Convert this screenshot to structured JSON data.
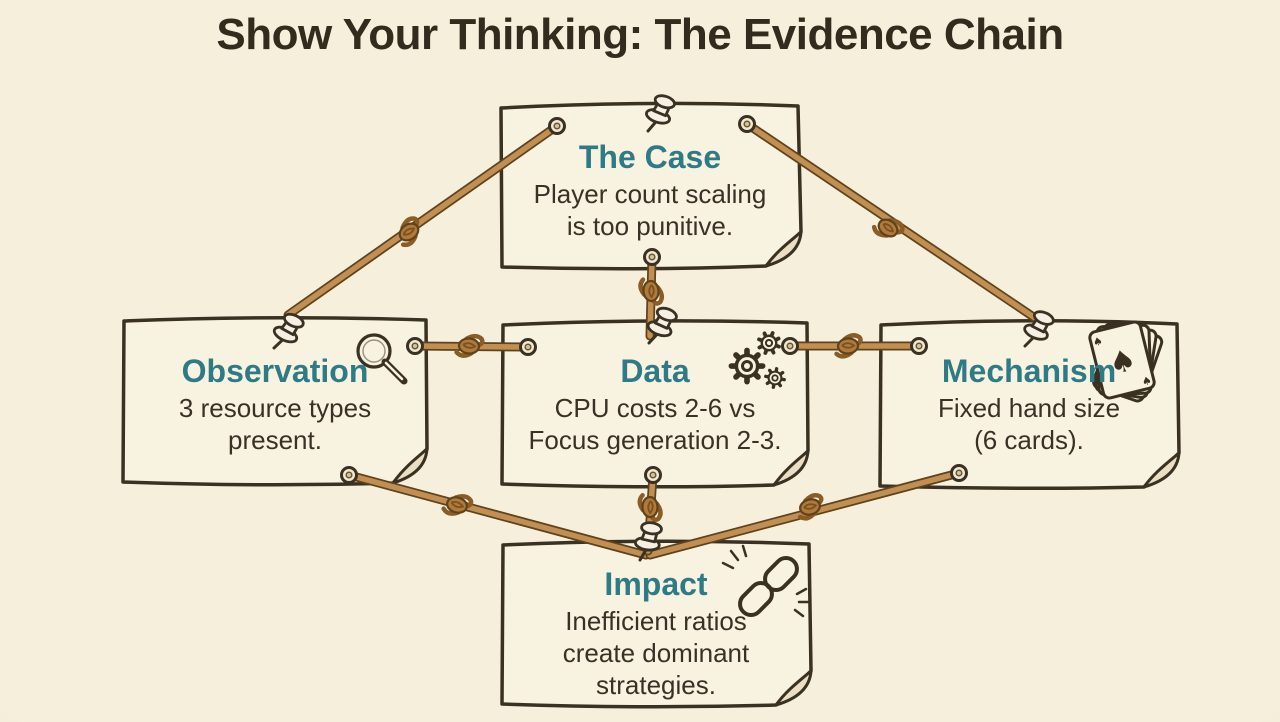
{
  "title": "Show Your Thinking: The Evidence Chain",
  "cards": {
    "case": {
      "heading": "The Case",
      "lines": [
        "Player count scaling",
        "is too punitive."
      ]
    },
    "observation": {
      "heading": "Observation",
      "icon": "magnifier-icon",
      "lines": [
        "3 resource types",
        "present."
      ]
    },
    "data": {
      "heading": "Data",
      "icon": "gears-icon",
      "lines": [
        "CPU costs 2-6 vs",
        "Focus generation 2-3."
      ]
    },
    "mechanism": {
      "heading": "Mechanism",
      "icon": "playing-cards-icon",
      "lines": [
        "Fixed hand size",
        "(6 cards)."
      ]
    },
    "impact": {
      "heading": "Impact",
      "icon": "chain-link-icon",
      "lines": [
        "Inefficient ratios",
        "create dominant",
        "strategies."
      ]
    }
  },
  "colors": {
    "background": "#f3edd9",
    "card_fill": "#f8f2e0",
    "ink": "#3a3122",
    "heading_teal": "#2f7b85",
    "body_text": "#3a3126",
    "rope_fill": "#c28f52",
    "rope_outline": "#5e431d",
    "knot": "#b07a38",
    "pin_fill": "#f5f0e3"
  }
}
